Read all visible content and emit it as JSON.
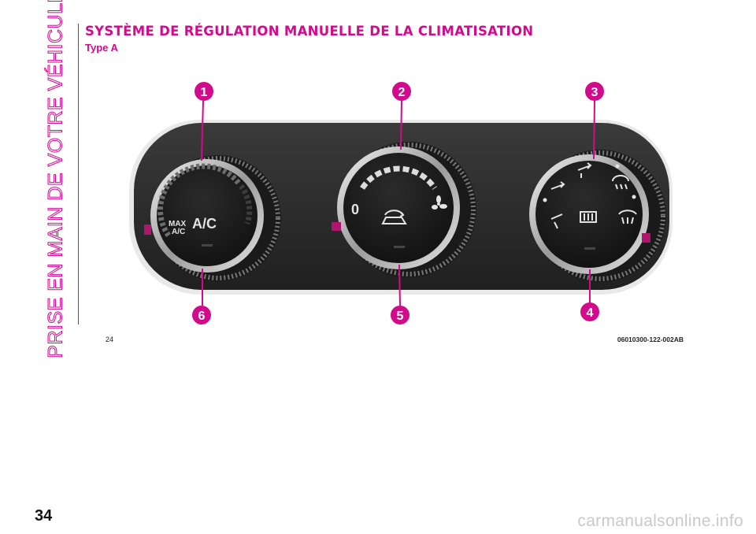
{
  "sidebar": {
    "section_title": "PRISE EN MAIN DE VOTRE VÉHICULE"
  },
  "header": {
    "title": "SYSTÈME DE RÉGULATION MANUELLE DE LA CLIMATISATION",
    "subtitle": "Type A"
  },
  "figure": {
    "reference": "24",
    "code": "06010300-122-002AB",
    "callouts": [
      "1",
      "2",
      "3",
      "4",
      "5",
      "6"
    ],
    "knob_left": {
      "label_max": "MAX",
      "label_max_sub": "A/C",
      "label_ac": "A/C"
    },
    "knob_center": {
      "label_zero": "0",
      "icons": [
        "recirculation-car-icon",
        "fan-icon"
      ]
    },
    "knob_right": {
      "icons": [
        "face-vent-icon",
        "face-feet-vent-icon",
        "feet-vent-icon",
        "feet-defrost-icon",
        "rear-defrost-icon",
        "windshield-defrost-icon"
      ]
    },
    "colors": {
      "callout": "#d20a8c",
      "panel": "#2b2b2b",
      "knob": "#1d1d1d",
      "chrome": "#d9d9d9"
    }
  },
  "footer": {
    "page_number": "34",
    "watermark": "carmanualsonline.info"
  }
}
